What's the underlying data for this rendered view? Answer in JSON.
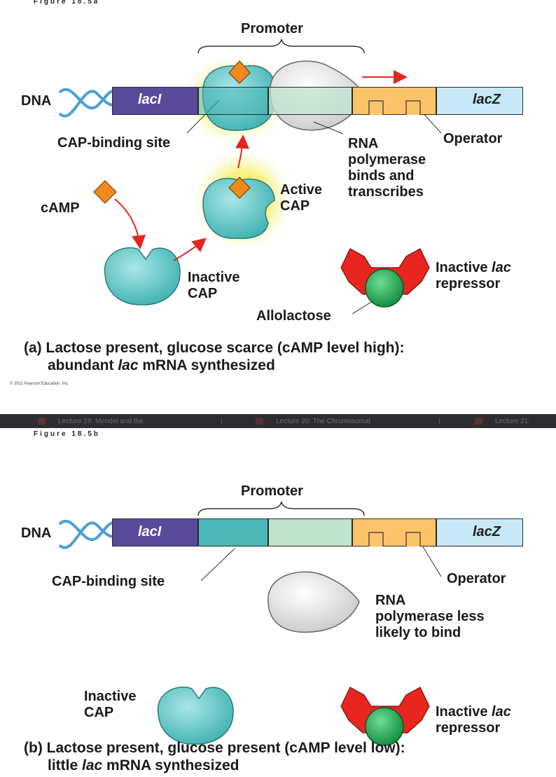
{
  "panel_a": {
    "figure_label": "Figure 18.5a",
    "promoter": "Promoter",
    "dna": "DNA",
    "laci": "lacI",
    "lacz": "lacZ",
    "cap_site": "CAP-binding site",
    "operator": "Operator",
    "rna_pol": [
      "RNA",
      "polymerase",
      "binds and",
      "transcribes"
    ],
    "camp": "cAMP",
    "active_cap": [
      "Active",
      "CAP"
    ],
    "inactive_cap": [
      "Inactive",
      "CAP"
    ],
    "repressor_prefix": "Inactive ",
    "repressor_lac": "lac",
    "repressor_line2": "repressor",
    "allolactose": "Allolactose",
    "caption_tag": "(a)",
    "caption_line1": "Lactose present, glucose scarce (cAMP level high):",
    "caption_line2_a": "abundant ",
    "caption_line2_lac": "lac",
    "caption_line2_b": " mRNA synthesized",
    "copyright": "© 2011 Pearson Education, Inc."
  },
  "strip": {
    "tabs": [
      "Lecture 19: Mendel and the",
      "Lecture 20: The Chromosomal",
      "Lecture 21:"
    ]
  },
  "panel_b": {
    "figure_label": "Figure 18.5b",
    "promoter": "Promoter",
    "dna": "DNA",
    "laci": "lacI",
    "lacz": "lacZ",
    "cap_site": "CAP-binding site",
    "operator": "Operator",
    "rna_pol": [
      "RNA",
      "polymerase less",
      "likely to bind"
    ],
    "inactive_cap": [
      "Inactive",
      "CAP"
    ],
    "repressor_prefix": "Inactive ",
    "repressor_lac": "lac",
    "repressor_line2": "repressor",
    "caption_tag": "(b)",
    "caption_line1": "Lactose present, glucose present (cAMP level low):",
    "caption_line2_a": "little ",
    "caption_line2_lac": "lac",
    "caption_line2_b": " mRNA synthesized"
  },
  "colors": {
    "laci": "#5a4a9c",
    "cap_site": "#4bb6b6",
    "promoter_mid": "#bfe3cd",
    "operator": "#fbc46a",
    "lacz": "#c8e8f7",
    "cap_protein": "#58c3c3",
    "repressor": "#e8251f",
    "allolactose": "#1aa64e",
    "camp": "#f08a1c",
    "arrow": "#e52420"
  }
}
